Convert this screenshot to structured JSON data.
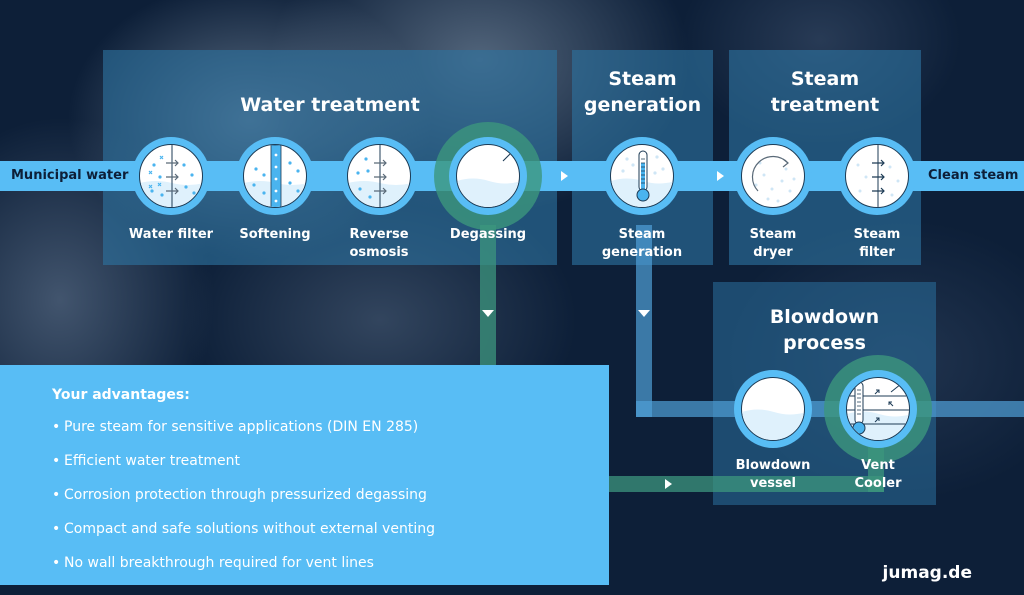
{
  "panels": {
    "water_treatment": {
      "title": "Water treatment"
    },
    "steam_generation": {
      "title_line1": "Steam",
      "title_line2": "generation"
    },
    "steam_treatment": {
      "title_line1": "Steam",
      "title_line2": "treatment"
    },
    "blowdown_process": {
      "title_line1": "Blowdown",
      "title_line2": "process"
    }
  },
  "endpoints": {
    "input": "Municipal water",
    "output": "Clean steam"
  },
  "nodes": [
    {
      "id": "water-filter",
      "icon": "filter-icon",
      "label_line1": "Water filter",
      "label_line2": ""
    },
    {
      "id": "softening",
      "icon": "softening-icon",
      "label_line1": "Softening",
      "label_line2": ""
    },
    {
      "id": "reverse-osmosis",
      "icon": "membrane-icon",
      "label_line1": "Reverse",
      "label_line2": "osmosis"
    },
    {
      "id": "degassing",
      "icon": "degassing-tank-icon",
      "label_line1": "Degassing",
      "label_line2": ""
    },
    {
      "id": "steam-generation",
      "icon": "thermometer-icon",
      "label_line1": "Steam",
      "label_line2": "generation"
    },
    {
      "id": "steam-dryer",
      "icon": "rotation-arrow-icon",
      "label_line1": "Steam",
      "label_line2": "dryer"
    },
    {
      "id": "steam-filter",
      "icon": "filter-icon",
      "label_line1": "Steam",
      "label_line2": "filter"
    },
    {
      "id": "blowdown-vessel",
      "icon": "vessel-icon",
      "label_line1": "Blowdown",
      "label_line2": "vessel"
    },
    {
      "id": "vent-cooler",
      "icon": "heat-exchanger-icon",
      "label_line1": "Vent",
      "label_line2": "Cooler"
    }
  ],
  "advantages": {
    "title": "Your advantages:",
    "bullet": "•",
    "items": [
      "Pure steam for sensitive applications (DIN EN 285)",
      "Efficient water treatment",
      "Corrosion protection through pressurized degassing",
      "Compact and safe solutions without external venting",
      "No wall breakthrough required for vent lines"
    ]
  },
  "footer": {
    "website": "jumag.de"
  },
  "colors": {
    "background": "#0d1f38",
    "main_pipe": "#58bdf5",
    "panel": "#2d73a0",
    "green_line": "#3c967d",
    "text": "#ffffff"
  }
}
